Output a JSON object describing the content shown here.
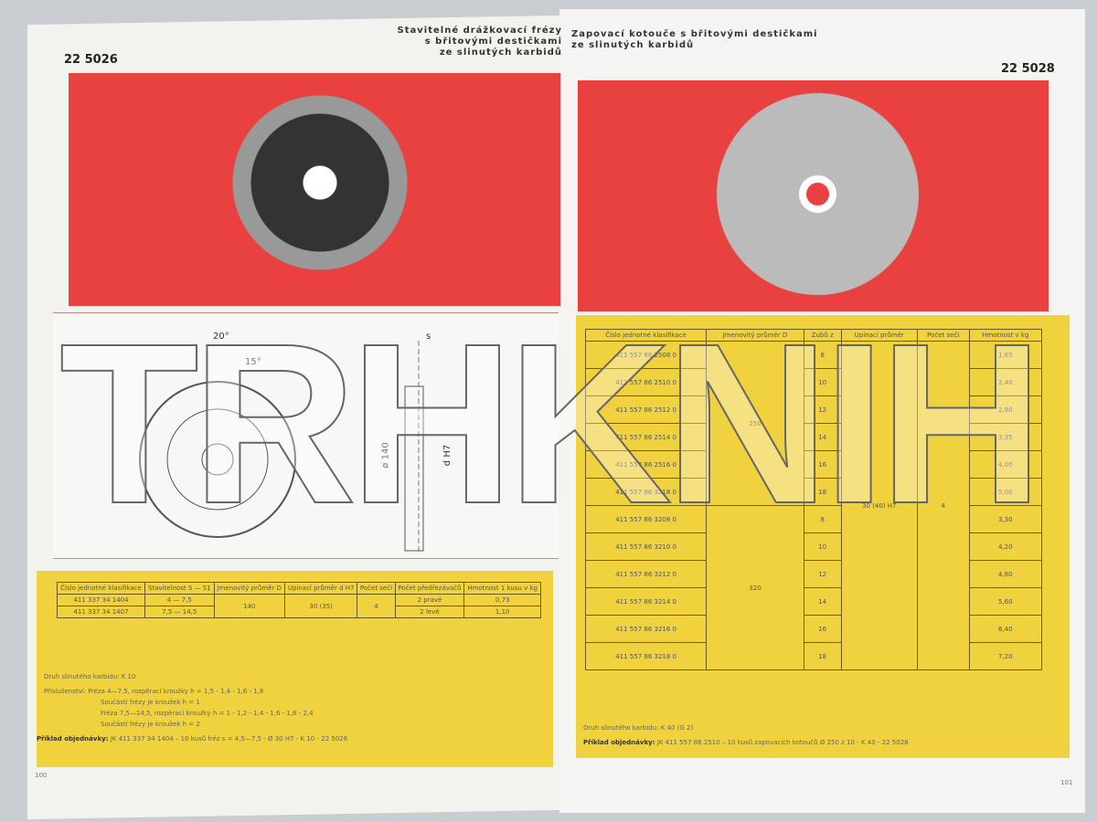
{
  "left": {
    "code": "22 5026",
    "title": [
      "Stavitelné drážkovací frézy",
      "s břitovými destičkami",
      "ze slinutých karbidů"
    ],
    "drawing": {
      "angle1": "20°",
      "angle2": "15°",
      "dia": "ø 140",
      "bore": "d H7",
      "s": "s"
    },
    "table": {
      "headers": [
        "Číslo jednotné klasifikace",
        "Stavitelnost S — S1",
        "Jmenovitý průměr D",
        "Upínací průměr d H7",
        "Počet sečí",
        "Počet předřezávačů",
        "Hmotnost 1 kusu v kg"
      ],
      "rows": [
        [
          "411 337 34 1404",
          "4 — 7,5",
          "140",
          "30 (35)",
          "4",
          "2 pravé",
          "0,73"
        ],
        [
          "411 337 34 1407",
          "7,5 — 14,5",
          "",
          "",
          "",
          "2 levé",
          "1,10"
        ]
      ]
    },
    "notes": [
      "Druh slinutého karbidu: K 10",
      "Příslušenství: Fréza 4—7,5, rozpěrací kroužky h = 1,5 - 1,4 - 1,6 - 1,8",
      "Součástí frézy je kroužek h = 1",
      "Fréza 7,5—14,5, rozpěrací kroužky h = 1 - 1,2 - 1,4 - 1,6 - 1,8 - 2,4",
      "Součástí frézy je kroužek h = 2"
    ],
    "order_label": "Příklad objednávky:",
    "order": "JK 411 337 34 1404 – 10 kusů fréz s = 4,5—7,5 - Ø 30 H7 - K 10 - 22 5026",
    "page": "100"
  },
  "right": {
    "code": "22 5028",
    "title": [
      "Zapovací kotouče s břitovými destičkami",
      "ze slinutých karbidů"
    ],
    "table": {
      "headers": [
        "Číslo jednotné klasifikace",
        "Jmenovitý průměr D",
        "Zubů z",
        "Upínací průměr",
        "Počet sečí",
        "Hmotnost v kg"
      ],
      "rows": [
        [
          "411 557 86 2508 0",
          "8",
          "1,65"
        ],
        [
          "411 557 86 2510 0",
          "10",
          "2,40"
        ],
        [
          "411 557 86 2512 0",
          "12",
          "2,90"
        ],
        [
          "411 557 86 2514 0",
          "14",
          "3,35"
        ],
        [
          "411 557 86 2516 0",
          "16",
          "4,00"
        ],
        [
          "411 557 86 3218 0",
          "18",
          "5,00"
        ],
        [
          "411 557 86 3208 0",
          "8",
          "3,30"
        ],
        [
          "411 557 86 3210 0",
          "10",
          "4,20"
        ],
        [
          "411 557 86 3212 0",
          "12",
          "4,80"
        ],
        [
          "411 557 86 3214 0",
          "14",
          "5,60"
        ],
        [
          "411 557 86 3216 0",
          "16",
          "6,40"
        ],
        [
          "411 557 86 3218 0",
          "18",
          "7,20"
        ]
      ],
      "d250": "250",
      "d320": "320",
      "bore": "30 (40) H7",
      "cuts": "4"
    },
    "notes": [
      "Druh slinutého karbidu: K 40 (G 2)"
    ],
    "order_label": "Příklad objednávky:",
    "order": "JK 411 557 86 2510 – 10 kusů zapovacích kotoučů Ø 250 z 10 - K 40 - 22 5028",
    "page": "101"
  },
  "watermark": "TRHKNIH"
}
